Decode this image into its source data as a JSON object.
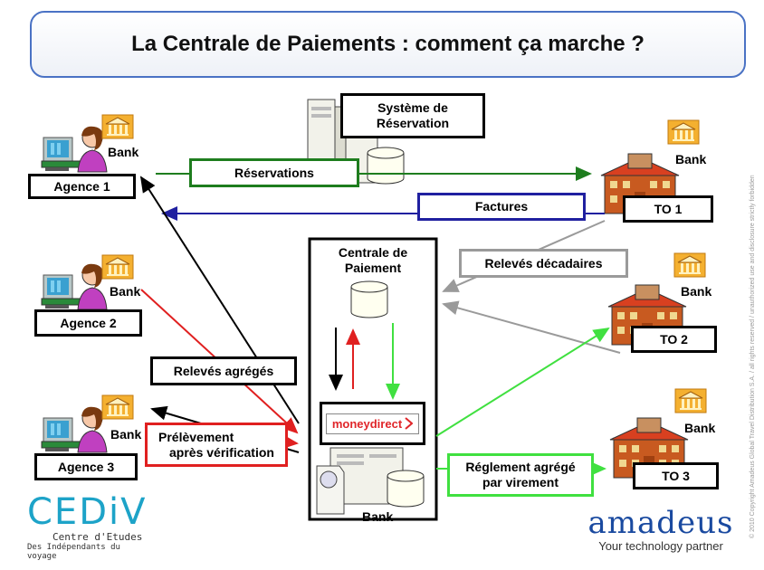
{
  "title": "La Centrale de Paiements : comment ça marche ?",
  "nodes": {
    "agence1": "Agence 1",
    "agence2": "Agence 2",
    "agence3": "Agence 3",
    "to1": "TO 1",
    "to2": "TO 2",
    "to3": "TO 3",
    "systeme_line1": "Système de",
    "systeme_line2": "Réservation",
    "centrale_line1": "Centrale de",
    "centrale_line2": "Paiement",
    "moneydirect": "moneydirect"
  },
  "bank_labels": {
    "agence1": "Bank",
    "agence2": "Bank",
    "agence3": "Bank",
    "to1": "Bank",
    "to2": "Bank",
    "to3": "Bank",
    "centrale": "Bank"
  },
  "flows": {
    "reservations": "Réservations",
    "factures": "Factures",
    "releves_decadaires": "Relevés décadaires",
    "releves_agreges": "Relevés agrégés",
    "prelevement_line1": "Prélèvement",
    "prelevement_line2": "après vérification",
    "reglement_line1": "Réglement  agrégé",
    "reglement_line2": "par virement"
  },
  "logos": {
    "cediv": "CEDiV",
    "cediv_line1": "Centre d'Etudes",
    "cediv_line2": "Des Indépendants du voyage",
    "amadeus": "amadeus",
    "amadeus_tagline": "Your technology partner"
  },
  "watermark": "© 2010 Copyright Amadeus Global Travel Distribution S.A. / all rights reserved / unauthorized use and disclosure strictly forbidden",
  "colors": {
    "green": "#1e7d1e",
    "blue": "#2020a0",
    "gray": "#9a9a9a",
    "red": "#e02020",
    "light_green": "#40e040",
    "title_border": "#4a72c4"
  }
}
